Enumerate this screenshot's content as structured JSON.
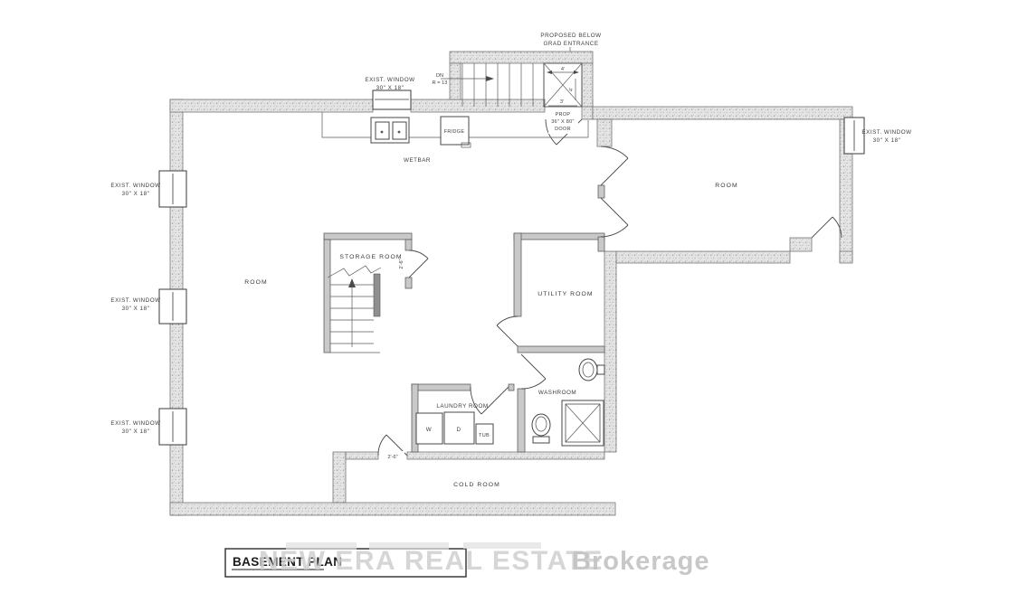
{
  "document": {
    "title": "BASEMENT PLAN",
    "watermark_brand": "NEW ERA REAL ESTATE",
    "watermark_suffix": "Brokerage"
  },
  "rooms": {
    "main_room": "ROOM",
    "right_room": "ROOM",
    "storage_room": "STORAGE ROOM",
    "utility_room": "UTILITY ROOM",
    "washroom": "WASHROOM",
    "laundry_room": "LAUNDRY ROOM",
    "cold_room": "COLD ROOM",
    "wetbar": "WETBAR"
  },
  "fixtures": {
    "fridge": "FRIDGE",
    "washer": "W",
    "dryer": "D",
    "tub": "TUB"
  },
  "windows": [
    {
      "line1": "EXIST. WINDOW",
      "line2": "30\" X 18\""
    },
    {
      "line1": "EXIST. WINDOW",
      "line2": "30\" X 18\""
    },
    {
      "line1": "EXIST. WINDOW",
      "line2": "30\" X 18\""
    },
    {
      "line1": "EXIST. WINDOW",
      "line2": "30\" X 18\""
    },
    {
      "line1": "EXIST. WINDOW",
      "line2": "30\" X 18\""
    }
  ],
  "annotations": {
    "entrance_line1": "PROPOSED BELOW",
    "entrance_line2": "GRAD ENTRANCE",
    "stair_direction": "DN",
    "stair_risers": "R = 13",
    "prop_door_line1": "PROP",
    "prop_door_line2": "36\" X 80\"",
    "prop_door_line3": "DOOR",
    "dim_landing_width": "4'",
    "dim_landing_depth": "4'",
    "dim_landing_door": "3'",
    "dim_storage_door": "2'-6\"",
    "dim_cold_door": "2'-6\""
  }
}
